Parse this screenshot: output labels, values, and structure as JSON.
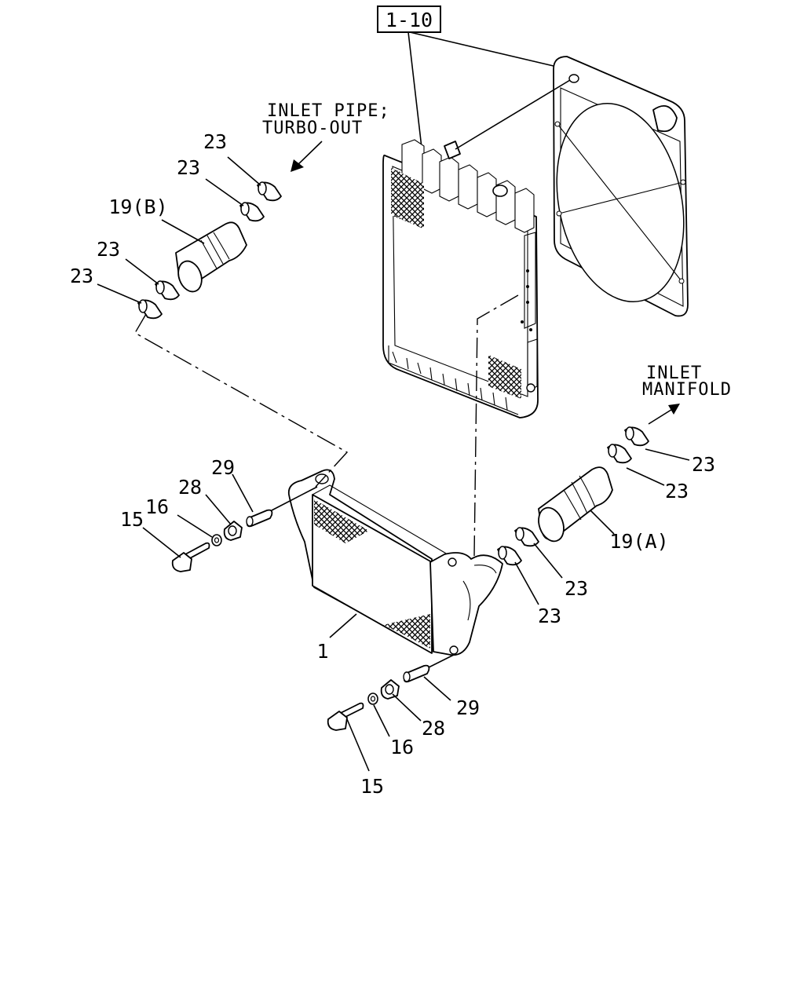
{
  "reference_box": "1-10",
  "notes": {
    "inlet_pipe_line1": "INLET PIPE;",
    "inlet_pipe_line2": "TURBO-OUT",
    "inlet_manifold_line1": "INLET",
    "inlet_manifold_line2": "MANIFOLD"
  },
  "callouts": {
    "c1": "1",
    "c15_top": "15",
    "c15_bottom": "15",
    "c16_top": "16",
    "c16_bottom": "16",
    "c19a": "19(A)",
    "c19b": "19(B)",
    "c23_l1": "23",
    "c23_l2": "23",
    "c23_l3": "23",
    "c23_l4": "23",
    "c23_r1": "23",
    "c23_r2": "23",
    "c23_r3": "23",
    "c23_r4": "23",
    "c28_top": "28",
    "c28_bottom": "28",
    "c29_top": "29",
    "c29_bottom": "29"
  }
}
